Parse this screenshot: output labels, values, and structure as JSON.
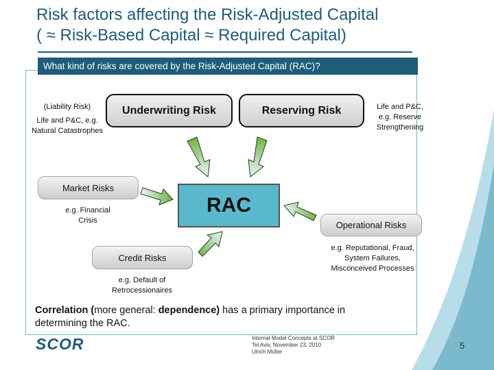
{
  "title": {
    "line1": "Risk factors affecting the Risk-Adjusted Capital",
    "line2": "( ≈  Risk-Based Capital  ≈  Required Capital)"
  },
  "subtitle": "What kind of risks are covered by the Risk-Adjusted Capital (RAC)?",
  "diagram": {
    "center": "RAC",
    "underwriting": {
      "label": "Underwriting Risk",
      "note_line1": "(Liability Risk)",
      "note_line2": "Life and P&C, e.g.",
      "note_line3": "Natural Catastrophes"
    },
    "reserving": {
      "label": "Reserving Risk",
      "note_line1": "Life and P&C,",
      "note_line2": "e.g. Reserve",
      "note_line3": "Strengthening"
    },
    "market": {
      "label": "Market Risks",
      "note_line1": "e.g. Financial",
      "note_line2": "Crisis"
    },
    "credit": {
      "label": "Credit Risks",
      "note_line1": "e.g. Default of",
      "note_line2": "Retrocessionaires"
    },
    "operational": {
      "label": "Operational Risks",
      "note_line1": "e.g. Reputational, Fraud,",
      "note_line2": "System Failures,",
      "note_line3": "Misconceived Processes"
    }
  },
  "correlation": {
    "bold1": "Correlation (",
    "normal1": "more general: ",
    "bold2": "dependence)",
    "normal2": " has a primary importance in determining the RAC."
  },
  "footer": {
    "logo": "SCOR",
    "line1": "Internal Model Concepts at SCOR",
    "line2": "Tel Aviv, November 23, 2010",
    "line3": "Ulrich Müller",
    "page": "5"
  },
  "colors": {
    "title": "#1f5a78",
    "bar": "#1d5d79",
    "rac": "#5ab8cc",
    "arrow_top": "#6db33f",
    "arrow_bottom": "#e6f7f7"
  }
}
